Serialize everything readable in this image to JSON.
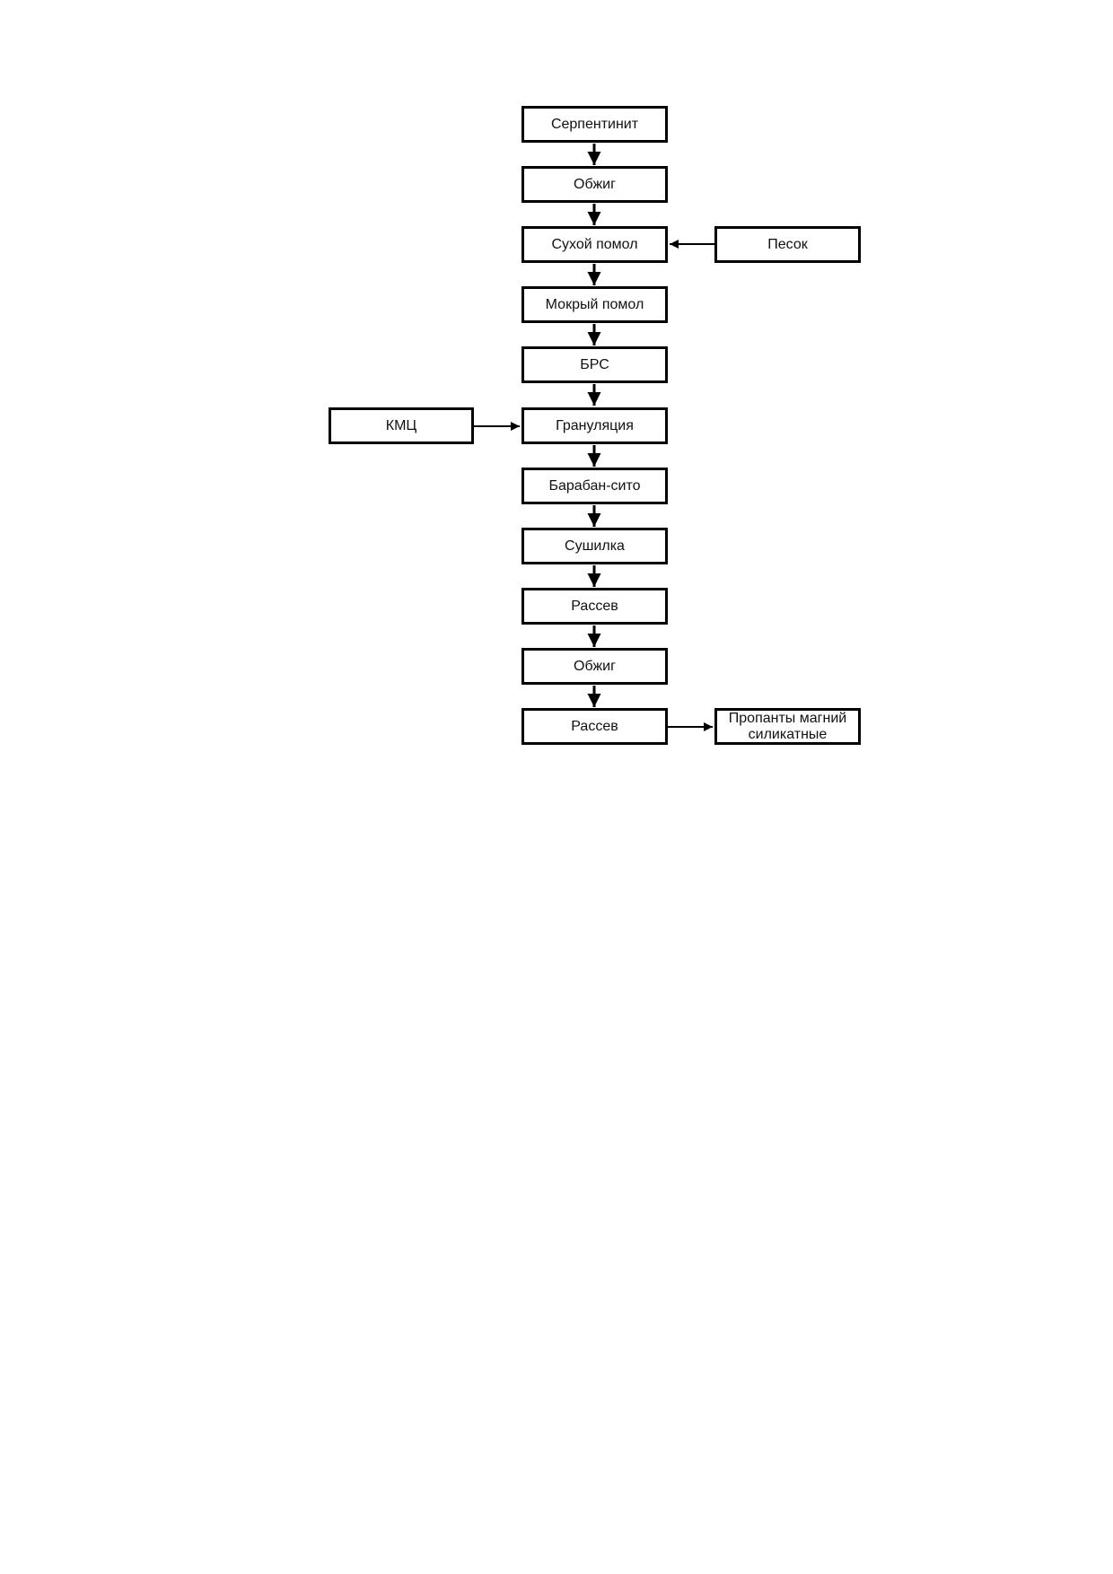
{
  "diagram": {
    "type": "flowchart",
    "nodes": {
      "serpentinite": "Серпентинит",
      "firing1": "Обжиг",
      "dry_grinding": "Сухой помол",
      "sand": "Песок",
      "wet_grinding": "Мокрый помол",
      "brs": "БРС",
      "cmc": "КМЦ",
      "granulation": "Грануляция",
      "drum_sieve": "Барабан-сито",
      "dryer": "Сушилка",
      "sieving1": "Рассев",
      "firing2": "Обжиг",
      "sieving2": "Рассев",
      "product": "Пропанты магний\nсиликатные"
    },
    "edges": [
      {
        "from": "serpentinite",
        "to": "firing1"
      },
      {
        "from": "firing1",
        "to": "dry_grinding"
      },
      {
        "from": "sand",
        "to": "dry_grinding"
      },
      {
        "from": "dry_grinding",
        "to": "wet_grinding"
      },
      {
        "from": "wet_grinding",
        "to": "brs"
      },
      {
        "from": "brs",
        "to": "granulation"
      },
      {
        "from": "cmc",
        "to": "granulation"
      },
      {
        "from": "granulation",
        "to": "drum_sieve"
      },
      {
        "from": "drum_sieve",
        "to": "dryer"
      },
      {
        "from": "dryer",
        "to": "sieving1"
      },
      {
        "from": "sieving1",
        "to": "firing2"
      },
      {
        "from": "firing2",
        "to": "sieving2"
      },
      {
        "from": "sieving2",
        "to": "product"
      }
    ]
  }
}
